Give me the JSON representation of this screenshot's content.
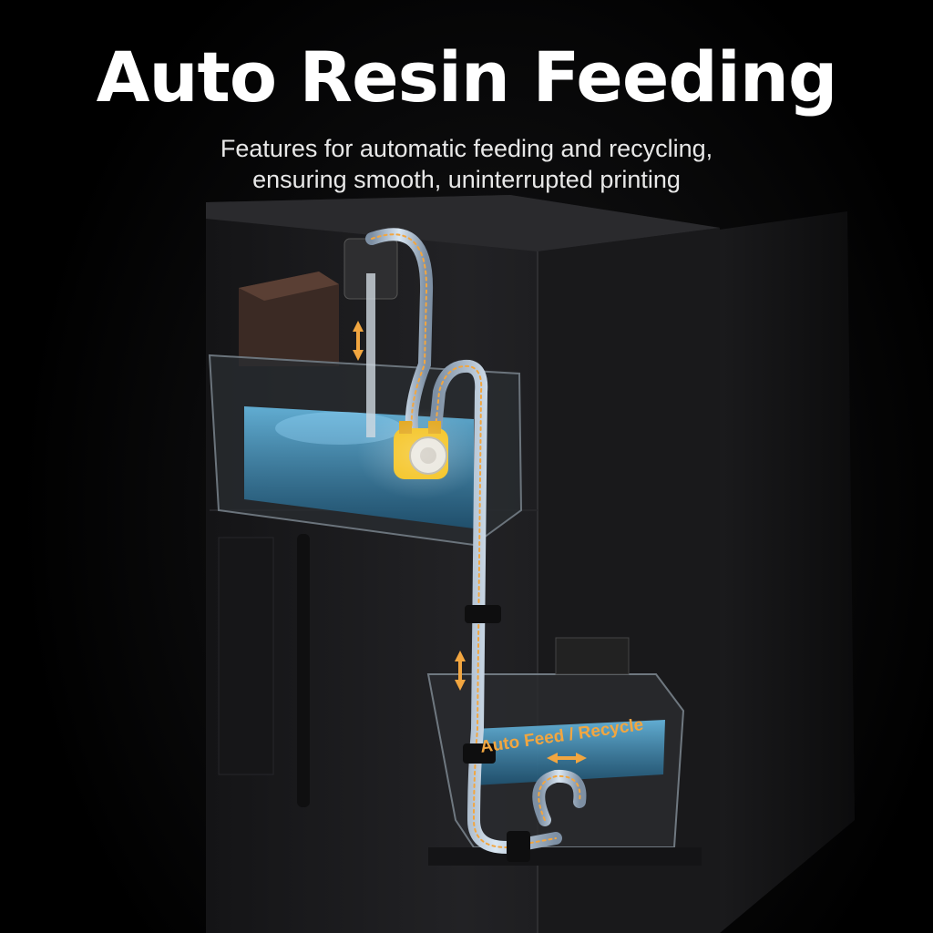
{
  "hero": {
    "title": "Auto Resin Feeding",
    "subtitle_line1": "Features for automatic feeding and recycling,",
    "subtitle_line2": "ensuring smooth, uninterrupted printing"
  },
  "callouts": {
    "feed_recycle": "Auto Feed / Recycle"
  },
  "colors": {
    "accent": "#f2a640",
    "pump": "#f4c21c",
    "resin": "#4aa6d8",
    "body": "#1c1c1e"
  },
  "icons": [
    "updown-arrow-icon",
    "leftright-arrow-icon"
  ]
}
